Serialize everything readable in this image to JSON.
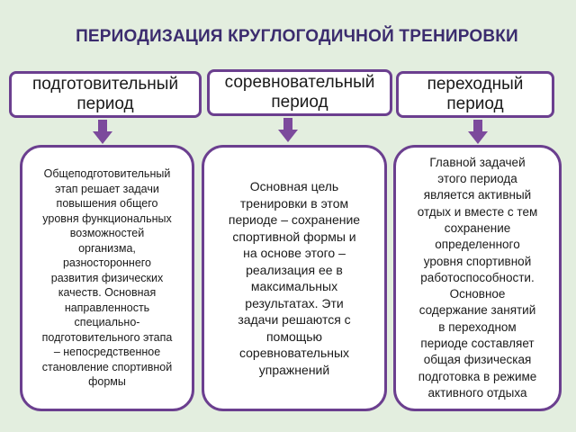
{
  "title": "ПЕРИОДИЗАЦИЯ  КРУГЛОГОДИЧНОЙ ТРЕНИРОВКИ",
  "periods": [
    {
      "header": "подготовительный\nпериод",
      "description": "Общеподготовительный\nэтап решает задачи\nповышения общего\nуровня функциональных\nвозможностей\nорганизма,\nразностороннего\nразвития физических\nкачеств. Основная\nнаправленность\nспециально-\nподготовительного этапа\n– непосредственное\nстановление спортивной\nформы"
    },
    {
      "header": "соревновательный\nпериод",
      "description": "Основная цель\nтренировки в этом\nпериоде – сохранение\nспортивной формы и\nна основе этого –\nреализация ее в\nмаксимальных\nрезультатах. Эти\nзадачи решаются с\nпомощью\nсоревновательных\nупражнений"
    },
    {
      "header": "переходный\nпериод",
      "description": "Главной задачей\nэтого периода\nявляется активный\nотдых и вместе с тем\nсохранение\nопределенного\nуровня спортивной\nработоспособности.\nОсновное\nсодержание занятий\nв переходном\nпериоде составляет\nобщая физическая\nподготовка в режиме\nактивного отдыха"
    }
  ],
  "colors": {
    "border": "#6b3f8f",
    "arrow": "#7c4a9c",
    "title": "#3b2c6e",
    "background": "#e3eedf"
  }
}
